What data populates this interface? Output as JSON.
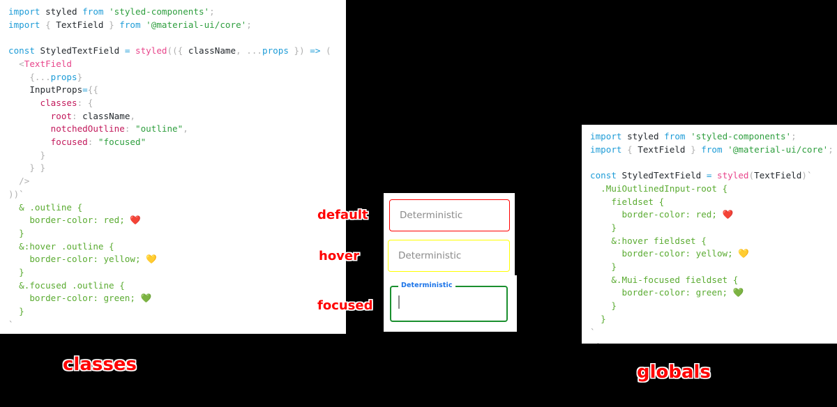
{
  "background_color": "#000000",
  "accent_colors": {
    "annotation_red": "#ff0000",
    "border_default": "#ff0000",
    "border_hover": "#ffff00",
    "border_focused": "#1a8f2e",
    "legend_blue": "#1a73e8",
    "placeholder_grey": "#8a8a8a"
  },
  "left_code_panel": {
    "name": "classes",
    "caption": "classes",
    "lines": [
      [
        {
          "t": "import ",
          "c": "tok-kw"
        },
        {
          "t": "styled ",
          "c": "tok-plain"
        },
        {
          "t": "from ",
          "c": "tok-kw"
        },
        {
          "t": "'styled-components'",
          "c": "tok-str"
        },
        {
          "t": ";",
          "c": "tok-punct"
        }
      ],
      [
        {
          "t": "import ",
          "c": "tok-kw"
        },
        {
          "t": "{ ",
          "c": "tok-punct"
        },
        {
          "t": "TextField",
          "c": "tok-plain"
        },
        {
          "t": " } ",
          "c": "tok-punct"
        },
        {
          "t": "from ",
          "c": "tok-kw"
        },
        {
          "t": "'@material-ui/core'",
          "c": "tok-str"
        },
        {
          "t": ";",
          "c": "tok-punct"
        }
      ],
      [],
      [
        {
          "t": "const ",
          "c": "tok-kw"
        },
        {
          "t": "StyledTextField ",
          "c": "tok-plain"
        },
        {
          "t": "= ",
          "c": "tok-kw"
        },
        {
          "t": "styled",
          "c": "tok-fn"
        },
        {
          "t": "((",
          "c": "tok-punct"
        },
        {
          "t": "{ ",
          "c": "tok-punct"
        },
        {
          "t": "className",
          "c": "tok-plain"
        },
        {
          "t": ", ",
          "c": "tok-punct"
        },
        {
          "t": "...",
          "c": "tok-punct"
        },
        {
          "t": "props",
          "c": "tok-spread"
        },
        {
          "t": " }",
          "c": "tok-punct"
        },
        {
          "t": ") ",
          "c": "tok-punct"
        },
        {
          "t": "=> ",
          "c": "tok-kw"
        },
        {
          "t": "(",
          "c": "tok-punct"
        }
      ],
      [
        {
          "t": "  <",
          "c": "tok-punct"
        },
        {
          "t": "TextField",
          "c": "tok-comp"
        }
      ],
      [
        {
          "t": "    {",
          "c": "tok-punct"
        },
        {
          "t": "...",
          "c": "tok-punct"
        },
        {
          "t": "props",
          "c": "tok-spread"
        },
        {
          "t": "}",
          "c": "tok-punct"
        }
      ],
      [
        {
          "t": "    InputProps",
          "c": "tok-plain"
        },
        {
          "t": "=",
          "c": "tok-kw"
        },
        {
          "t": "{{",
          "c": "tok-punct"
        }
      ],
      [
        {
          "t": "      classes",
          "c": "tok-prop"
        },
        {
          "t": ": ",
          "c": "tok-punct"
        },
        {
          "t": "{",
          "c": "tok-punct"
        }
      ],
      [
        {
          "t": "        root",
          "c": "tok-prop"
        },
        {
          "t": ": ",
          "c": "tok-punct"
        },
        {
          "t": "className",
          "c": "tok-plain"
        },
        {
          "t": ",",
          "c": "tok-punct"
        }
      ],
      [
        {
          "t": "        notchedOutline",
          "c": "tok-prop"
        },
        {
          "t": ": ",
          "c": "tok-punct"
        },
        {
          "t": "\"outline\"",
          "c": "tok-str"
        },
        {
          "t": ",",
          "c": "tok-punct"
        }
      ],
      [
        {
          "t": "        focused",
          "c": "tok-prop"
        },
        {
          "t": ": ",
          "c": "tok-punct"
        },
        {
          "t": "\"focused\"",
          "c": "tok-str"
        }
      ],
      [
        {
          "t": "      }",
          "c": "tok-punct"
        }
      ],
      [
        {
          "t": "    } }",
          "c": "tok-punct"
        }
      ],
      [
        {
          "t": "  />",
          "c": "tok-punct"
        }
      ],
      [
        {
          "t": "))",
          "c": "tok-punct"
        },
        {
          "t": "`",
          "c": "tok-tick"
        }
      ],
      [
        {
          "t": "  & .outline {",
          "c": "tok-css"
        }
      ],
      [
        {
          "t": "    border-color: red; ",
          "c": "tok-css"
        },
        {
          "t": "❤️",
          "c": "heart"
        }
      ],
      [
        {
          "t": "  }",
          "c": "tok-css"
        }
      ],
      [
        {
          "t": "  &:hover .outline {",
          "c": "tok-css"
        }
      ],
      [
        {
          "t": "    border-color: yellow; ",
          "c": "tok-css"
        },
        {
          "t": "💛",
          "c": "heart"
        }
      ],
      [
        {
          "t": "  }",
          "c": "tok-css"
        }
      ],
      [
        {
          "t": "  &.focused .outline {",
          "c": "tok-css"
        }
      ],
      [
        {
          "t": "    border-color: green; ",
          "c": "tok-css"
        },
        {
          "t": "💚",
          "c": "heart"
        }
      ],
      [
        {
          "t": "  }",
          "c": "tok-css"
        }
      ],
      [
        {
          "t": "`",
          "c": "tok-tick"
        }
      ],
      [
        {
          "t": " ;",
          "c": "tok-punct"
        }
      ]
    ]
  },
  "right_code_panel": {
    "name": "globals",
    "caption": "globals",
    "lines": [
      [
        {
          "t": "import ",
          "c": "tok-kw"
        },
        {
          "t": "styled ",
          "c": "tok-plain"
        },
        {
          "t": "from ",
          "c": "tok-kw"
        },
        {
          "t": "'styled-components'",
          "c": "tok-str"
        },
        {
          "t": ";",
          "c": "tok-punct"
        }
      ],
      [
        {
          "t": "import ",
          "c": "tok-kw"
        },
        {
          "t": "{ ",
          "c": "tok-punct"
        },
        {
          "t": "TextField",
          "c": "tok-plain"
        },
        {
          "t": " } ",
          "c": "tok-punct"
        },
        {
          "t": "from ",
          "c": "tok-kw"
        },
        {
          "t": "'@material-ui/core'",
          "c": "tok-str"
        },
        {
          "t": ";",
          "c": "tok-punct"
        }
      ],
      [],
      [
        {
          "t": "const ",
          "c": "tok-kw"
        },
        {
          "t": "StyledTextField ",
          "c": "tok-plain"
        },
        {
          "t": "= ",
          "c": "tok-kw"
        },
        {
          "t": "styled",
          "c": "tok-fn"
        },
        {
          "t": "(",
          "c": "tok-punct"
        },
        {
          "t": "TextField",
          "c": "tok-plain"
        },
        {
          "t": ")",
          "c": "tok-punct"
        },
        {
          "t": "`",
          "c": "tok-tick"
        }
      ],
      [
        {
          "t": "  .MuiOutlinedInput-root {",
          "c": "tok-css"
        }
      ],
      [
        {
          "t": "    fieldset {",
          "c": "tok-css"
        }
      ],
      [
        {
          "t": "      border-color: red; ",
          "c": "tok-css"
        },
        {
          "t": "❤️",
          "c": "heart"
        }
      ],
      [
        {
          "t": "    }",
          "c": "tok-css"
        }
      ],
      [
        {
          "t": "    &:hover fieldset {",
          "c": "tok-css"
        }
      ],
      [
        {
          "t": "      border-color: yellow; ",
          "c": "tok-css"
        },
        {
          "t": "💛",
          "c": "heart"
        }
      ],
      [
        {
          "t": "    }",
          "c": "tok-css"
        }
      ],
      [
        {
          "t": "    &.Mui-focused fieldset {",
          "c": "tok-css"
        }
      ],
      [
        {
          "t": "      border-color: green; ",
          "c": "tok-css"
        },
        {
          "t": "💚",
          "c": "heart"
        }
      ],
      [
        {
          "t": "    }",
          "c": "tok-css"
        }
      ],
      [
        {
          "t": "  }",
          "c": "tok-css"
        }
      ],
      [
        {
          "t": "`",
          "c": "tok-tick"
        }
      ],
      [
        {
          "t": " ;",
          "c": "tok-punct"
        }
      ]
    ]
  },
  "demo": {
    "annotations": {
      "default": "default",
      "hover": "hover",
      "focused": "focused"
    },
    "fields": {
      "default": {
        "placeholder": "Deterministic",
        "value": "",
        "border_color": "#ff0000"
      },
      "hover": {
        "placeholder": "Deterministic",
        "value": "",
        "border_color": "#ffff00"
      },
      "focused": {
        "legend": "Deterministic",
        "value": "",
        "border_color": "#1a8f2e"
      }
    }
  }
}
